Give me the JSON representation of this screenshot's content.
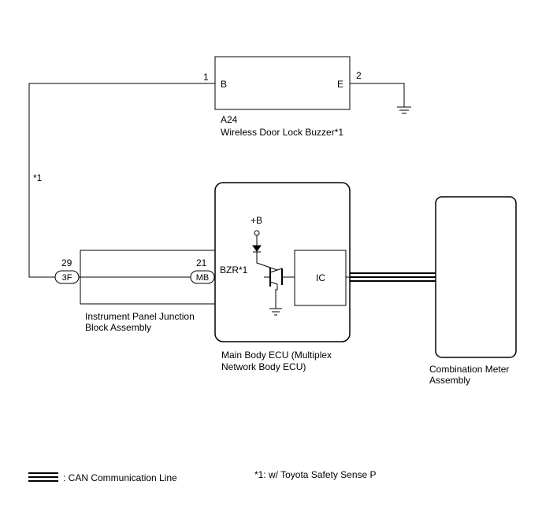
{
  "buzzer": {
    "code": "A24",
    "name": "Wireless Door Lock Buzzer*1",
    "terminal_b": "B",
    "terminal_e": "E",
    "pin_b": "1",
    "pin_e": "2"
  },
  "note_marker": "*1",
  "junction": {
    "name_line1": "Instrument Panel Junction",
    "name_line2": "Block Assembly",
    "pin_left": "29",
    "pin_right": "21",
    "connector_left": "3F",
    "connector_right": "MB"
  },
  "ecu": {
    "name_line1": "Main Body ECU (Multiplex",
    "name_line2": "Network Body ECU)",
    "supply": "+B",
    "terminal": "BZR*1",
    "ic": "IC"
  },
  "meter": {
    "name_line1": "Combination Meter",
    "name_line2": "Assembly"
  },
  "legend": {
    "can_label": ": CAN Communication Line",
    "footnote": "*1: w/ Toyota Safety Sense P"
  }
}
